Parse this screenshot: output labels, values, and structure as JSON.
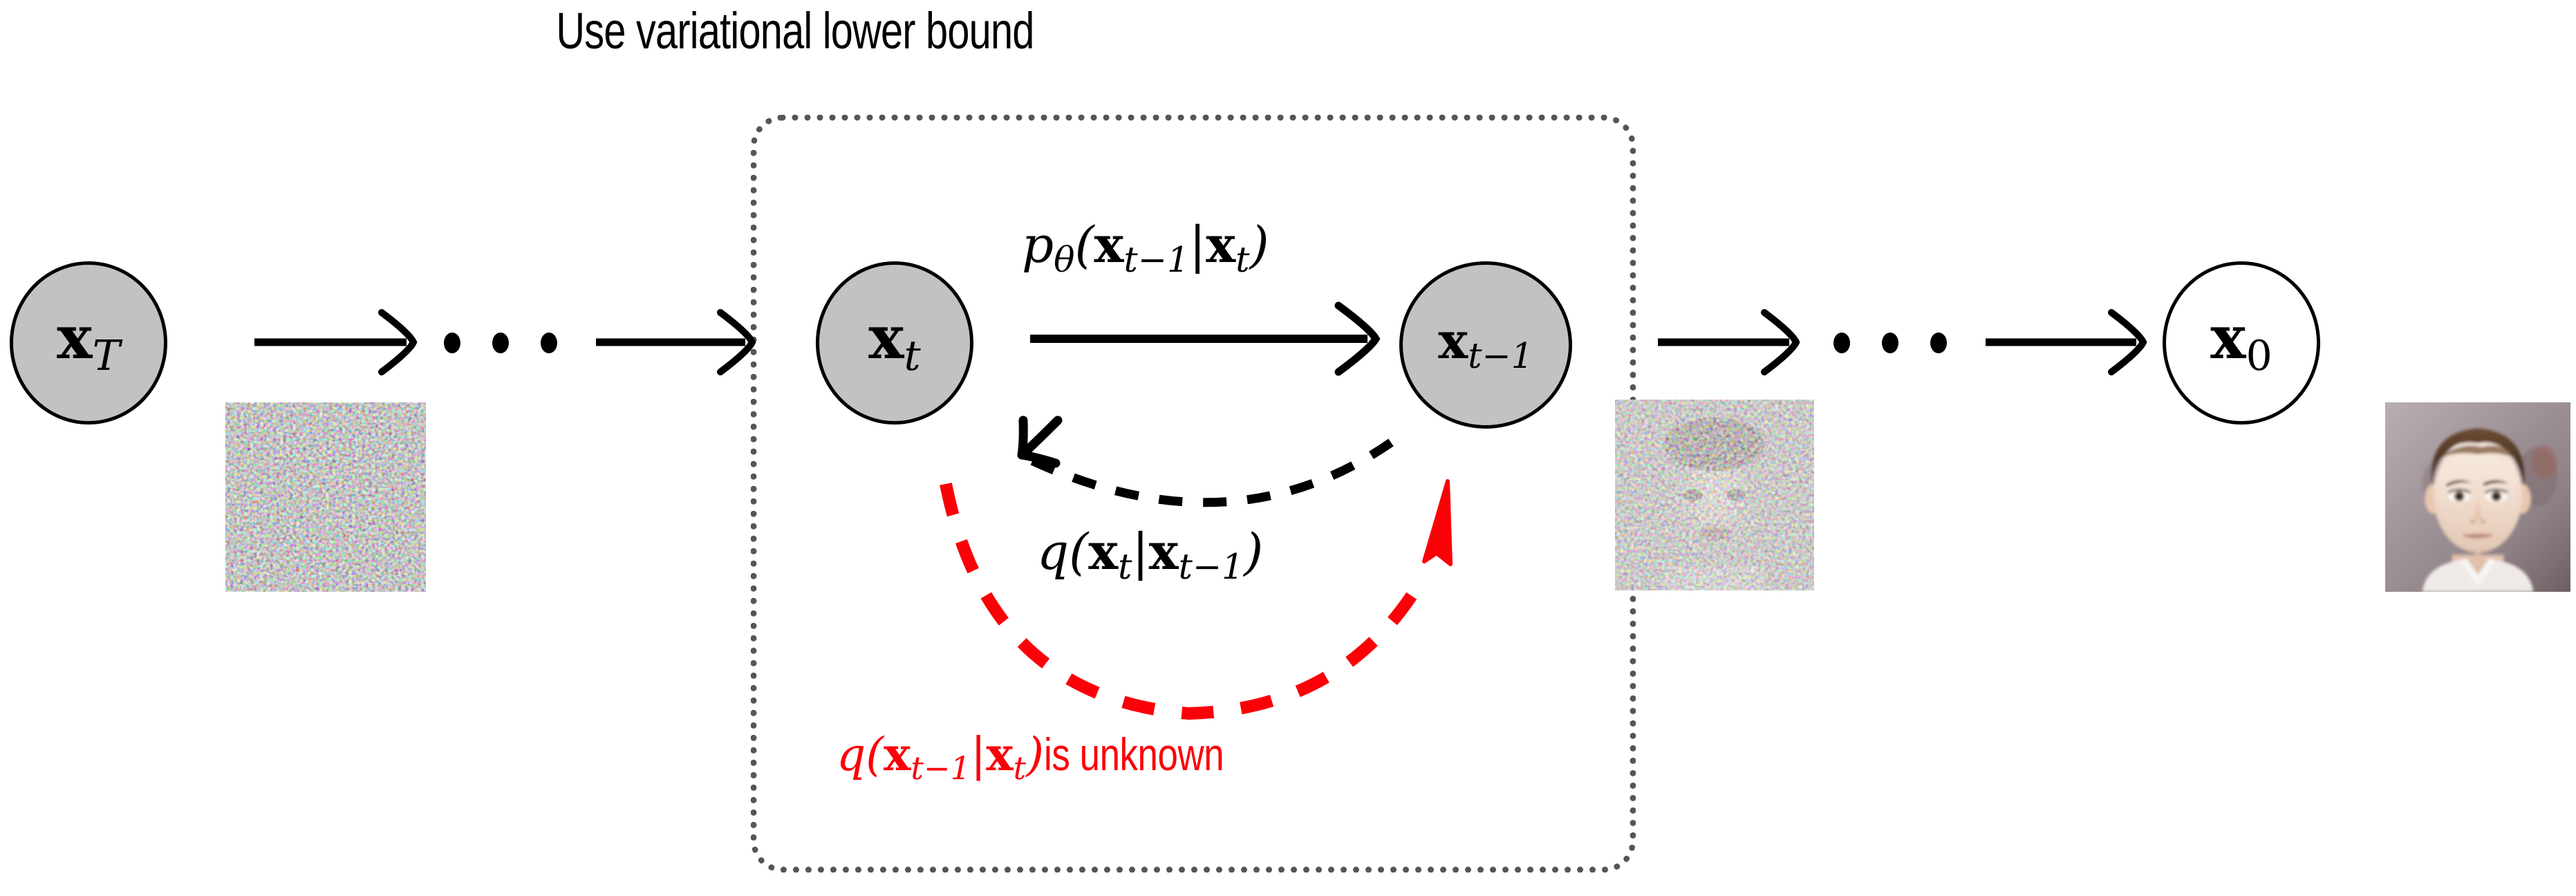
{
  "title": "Use variational lower bound",
  "colors": {
    "node_fill_noised": "#c2c2c2",
    "node_fill_clean": "#ffffff",
    "node_stroke": "#000000",
    "group_box_border": "#555555",
    "unknown_red": "#fb0007",
    "arrow_black": "#000000",
    "background": "#ffffff"
  },
  "nodes": [
    {
      "id": "xT",
      "base": "x",
      "subscript": "T",
      "fill": "noised",
      "label_text": "x_T"
    },
    {
      "id": "xt",
      "base": "x",
      "subscript": "t",
      "fill": "noised",
      "label_text": "x_t"
    },
    {
      "id": "xt1",
      "base": "x",
      "subscript": "t-1",
      "fill": "noised",
      "label_text": "x_{t-1}"
    },
    {
      "id": "x0",
      "base": "x",
      "subscript": "0",
      "fill": "clean",
      "label_text": "x_0"
    }
  ],
  "edges": {
    "reverse_label": "p_theta(x_{t-1}|x_t)",
    "reverse_parts": {
      "p": "p",
      "theta": "θ",
      "open": "(",
      "x1": "x",
      "sub1": "t−1",
      "bar": "|",
      "x2": "x",
      "sub2": "t",
      "close": ")"
    },
    "forward_label": "q(x_t|x_{t-1})",
    "forward_parts": {
      "q": "q",
      "open": "(",
      "x1": "x",
      "sub1": "t",
      "bar": "|",
      "x2": "x",
      "sub2": "t−1",
      "close": ")"
    }
  },
  "annotation": {
    "math": "q(x_{t-1}|x_t)",
    "math_parts": {
      "q": "q",
      "open": "(",
      "x1": "x",
      "sub1": "t−1",
      "bar": "|",
      "x2": "x",
      "sub2": "t",
      "close": ")"
    },
    "text": " is unknown",
    "color": "#fb0007"
  },
  "ellipses": {
    "left": "⋯",
    "right": "⋯",
    "dot_count": 3
  },
  "tiles": [
    {
      "id": "noise-1",
      "kind": "pure-noise",
      "caption": "random noise sample at x_T"
    },
    {
      "id": "noise-2",
      "kind": "noisy-face",
      "caption": "partially denoised face at x_{t-1}"
    },
    {
      "id": "photo-1",
      "kind": "clean-face-photo",
      "caption": "clean face photo at x_0"
    }
  ],
  "group_box": {
    "style": "dotted",
    "encloses": [
      "xt",
      "xt1"
    ]
  }
}
